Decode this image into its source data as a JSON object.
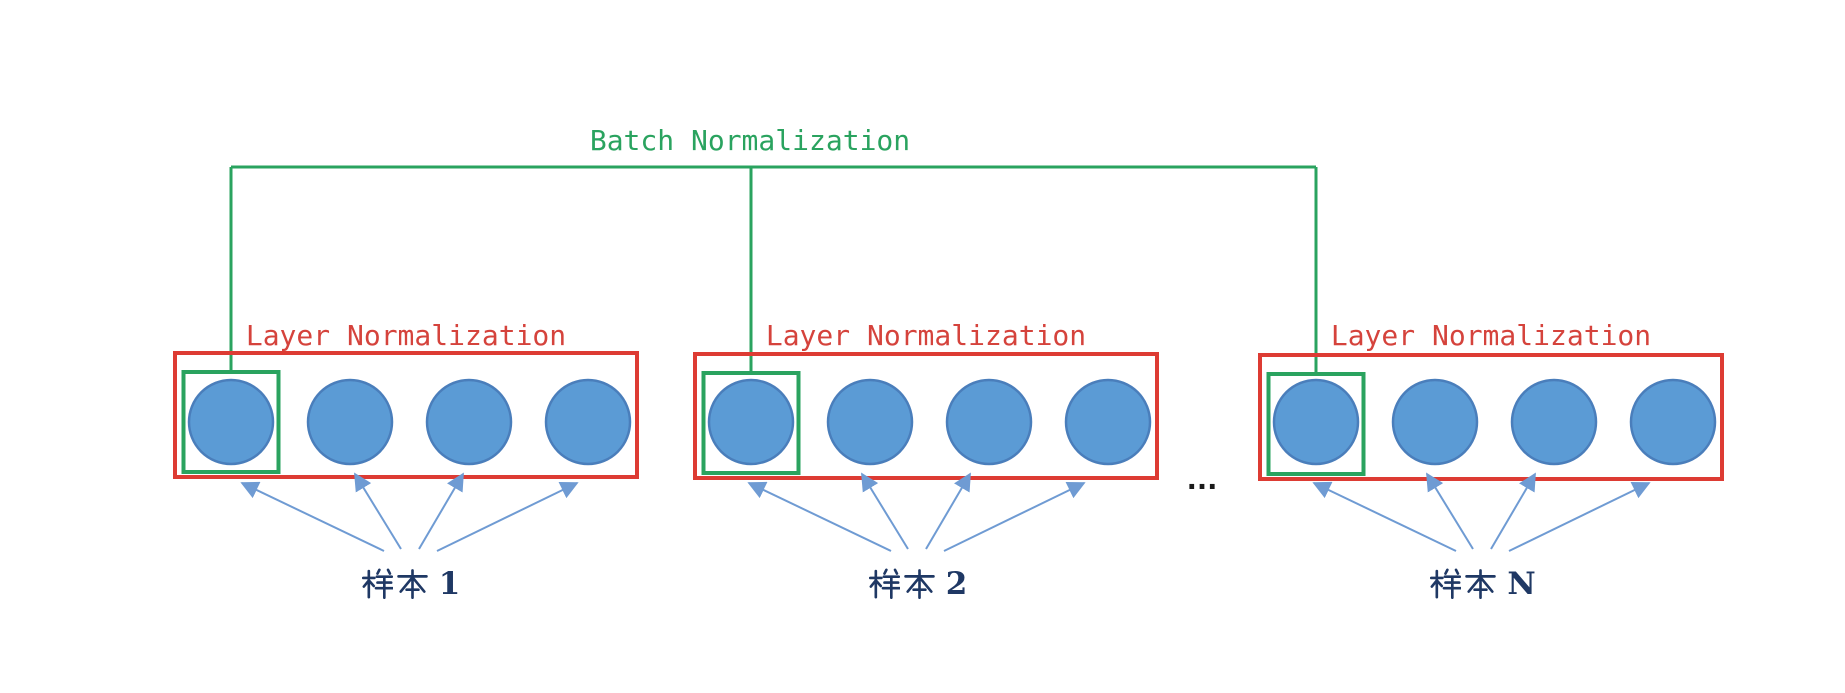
{
  "page": {
    "background": "#ffffff",
    "description": "Batch Normalization vs Layer Normalization diagram"
  },
  "labels": {
    "batch": "Batch Normalization",
    "ellipsis": "..."
  },
  "colors": {
    "green": "#2aa35f",
    "red_box": "#dd3b33",
    "red_text": "#d5433c",
    "circle_fill": "#5b9bd5",
    "circle_stroke": "#4a7ebb",
    "arrow": "#6f9bd3",
    "sample_text": "#1f3864",
    "ellipsis_text": "#1a1a1a"
  },
  "groups": [
    {
      "layer_label": "Layer Normalization",
      "sample_label": "样本 1",
      "sample_index": "1",
      "neuron_count": 4,
      "first_neuron_highlighted": true
    },
    {
      "layer_label": "Layer Normalization",
      "sample_label": "样本 2",
      "sample_index": "2",
      "neuron_count": 4,
      "first_neuron_highlighted": true
    },
    {
      "layer_label": "Layer Normalization",
      "sample_label": "样本 N",
      "sample_index": "N",
      "neuron_count": 4,
      "first_neuron_highlighted": true
    }
  ]
}
